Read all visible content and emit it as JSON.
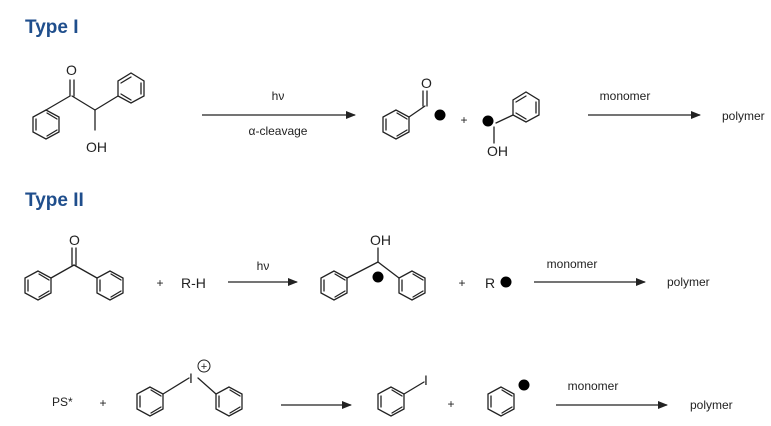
{
  "headings": {
    "type1": "Type I",
    "type2": "Type II"
  },
  "conditions": {
    "hv": "hν",
    "alpha_cleavage": "α-cleavage",
    "monomer": "monomer",
    "polymer": "polymer"
  },
  "atoms": {
    "O": "O",
    "OH": "OH",
    "I": "I",
    "R": "R"
  },
  "reagents": {
    "rh": "R-H",
    "ps": "PS*",
    "plus": "+",
    "charge": "+"
  }
}
